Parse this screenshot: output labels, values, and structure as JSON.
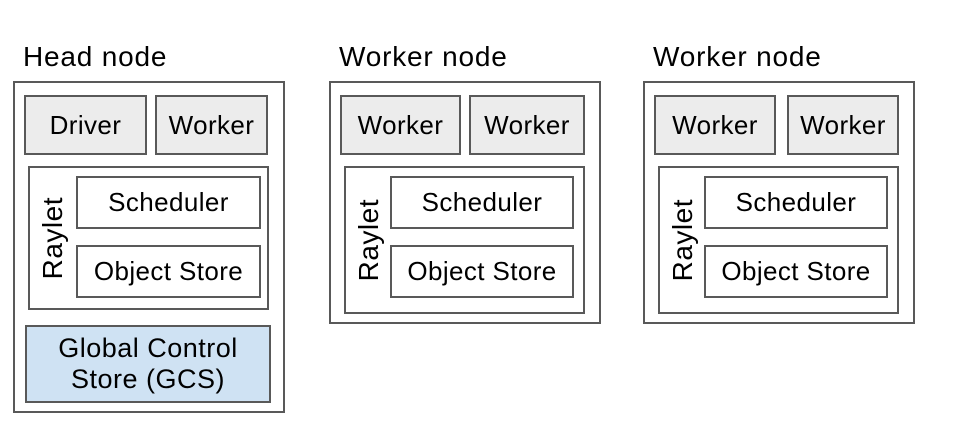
{
  "colors": {
    "background": "#ffffff",
    "border": "#595959",
    "process_fill": "#ececec",
    "component_fill": "#ffffff",
    "gcs_fill": "#cfe2f3",
    "text": "#000000"
  },
  "nodes": [
    {
      "title": "Head node",
      "processes": [
        "Driver",
        "Worker"
      ],
      "raylet": {
        "label": "Raylet",
        "components": [
          "Scheduler",
          "Object Store"
        ]
      },
      "gcs_lines": [
        "Global Control",
        "Store (GCS)"
      ]
    },
    {
      "title": "Worker node",
      "processes": [
        "Worker",
        "Worker"
      ],
      "raylet": {
        "label": "Raylet",
        "components": [
          "Scheduler",
          "Object Store"
        ]
      }
    },
    {
      "title": "Worker node",
      "processes": [
        "Worker",
        "Worker"
      ],
      "raylet": {
        "label": "Raylet",
        "components": [
          "Scheduler",
          "Object Store"
        ]
      }
    }
  ]
}
